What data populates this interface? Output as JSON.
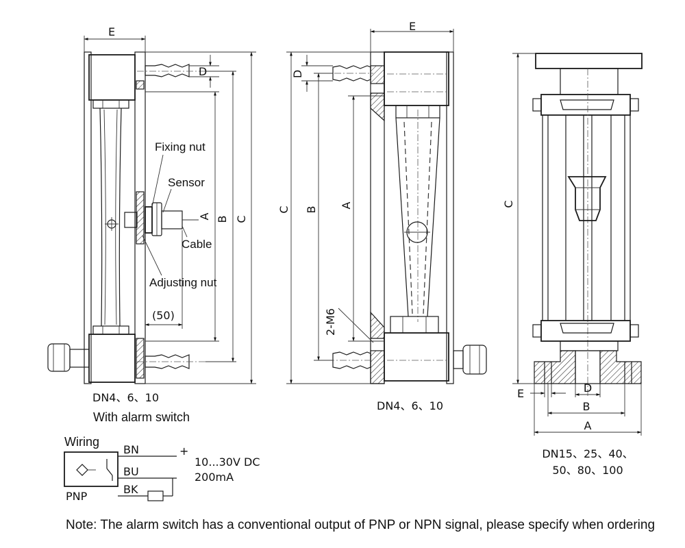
{
  "left_view": {
    "dim_E": "E",
    "dim_D": "D",
    "dim_A": "A",
    "dim_B": "B",
    "dim_C": "C",
    "callout_fixing_nut": "Fixing nut",
    "callout_sensor": "Sensor",
    "callout_cable": "Cable",
    "callout_adjusting_nut": "Adjusting nut",
    "dim_50": "(50)",
    "size_caption": "DN4、6、10",
    "subtitle": "With alarm switch"
  },
  "middle_view": {
    "dim_E": "E",
    "dim_D": "D",
    "dim_C": "C",
    "dim_B": "B",
    "dim_A": "A",
    "thread_label": "2-M6",
    "size_caption": "DN4、6、10"
  },
  "right_view": {
    "dim_C": "C",
    "dim_E": "E",
    "dim_D": "D",
    "dim_B": "B",
    "dim_A": "A",
    "size_caption_line1": "DN15、25、40、",
    "size_caption_line2": "50、80、100"
  },
  "wiring": {
    "title": "Wiring",
    "wire_bn": "BN",
    "wire_bu": "BU",
    "wire_bk": "BK",
    "plus": "+",
    "voltage": "10...30V DC",
    "current": "200mA",
    "type": "PNP"
  },
  "note": "Note: The alarm switch has a conventional output of PNP or NPN signal, please specify when ordering"
}
